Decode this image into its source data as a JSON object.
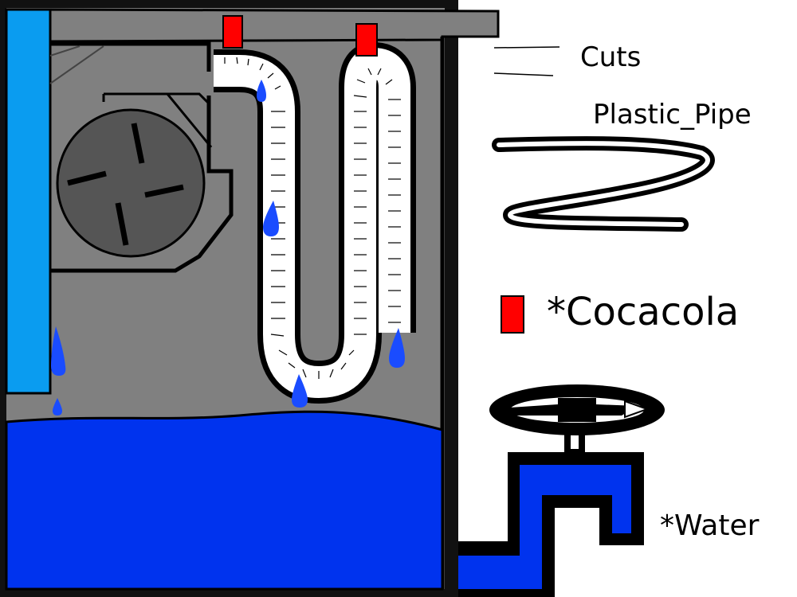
{
  "legend": {
    "cuts": "Cuts",
    "plastic_pipe": "Plastic_Pipe",
    "cocacola": "*Cocacola",
    "water": "*Water"
  },
  "colors": {
    "chamber_gray": "#808080",
    "water_blue": "#0033ee",
    "panel_blue": "#0a9cf0",
    "drop_blue": "#1a4cff",
    "fan_dark": "#555555",
    "cocacola_red": "#ff0000",
    "outline": "#000000",
    "pipe_fill": "#ffffff"
  },
  "icons": {
    "fan": "fan-icon",
    "valve": "valve-wheel-icon",
    "droplet": "water-drop-icon"
  }
}
